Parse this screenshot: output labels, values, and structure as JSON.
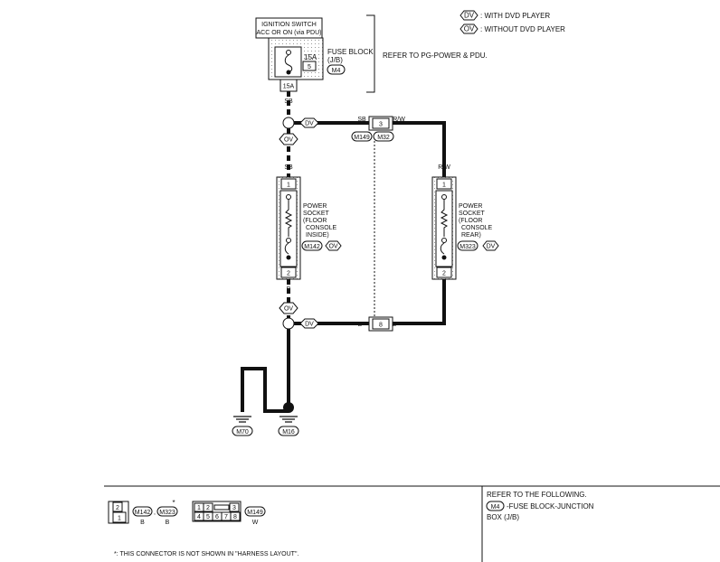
{
  "ignition": {
    "line1": "IGNITION SWITCH",
    "line2": "ACC OR ON (via PDU)"
  },
  "fuse": {
    "amp": "15A",
    "num": "5",
    "conn_pin": "15A",
    "title": "FUSE BLOCK",
    "sub": "(J/B)",
    "conn": "M4"
  },
  "refer_power": "REFER TO PG-POWER & PDU.",
  "legend": [
    {
      "tag": "DV",
      "text": ": WITH DVD PLAYER"
    },
    {
      "tag": "OV",
      "text": ": WITHOUT DVD PLAYER"
    }
  ],
  "tags": {
    "dv": "DV",
    "ov": "OV"
  },
  "wires": {
    "sb": "SB",
    "rw": "R/W",
    "b": "B"
  },
  "joint_top": {
    "pin": "3",
    "conn_left": "M149",
    "conn_right": "M32"
  },
  "joint_bottom": {
    "pin": "8"
  },
  "socket_front": {
    "l1": "POWER",
    "l2": "SOCKET",
    "l3": "(FLOOR",
    "l4": "CONSOLE",
    "l5": "INSIDE)",
    "conn": "M142",
    "pin_top": "1",
    "pin_bottom": "2"
  },
  "socket_rear": {
    "l1": "POWER",
    "l2": "SOCKET",
    "l3": "(FLOOR",
    "l4": "CONSOLE",
    "l5": "REAR)",
    "conn": "M323",
    "pin_top": "1",
    "pin_bottom": "2"
  },
  "grounds": {
    "left": "M70",
    "right": "M16"
  },
  "connectors": {
    "two_pin": {
      "top": "2",
      "bottom": "1"
    },
    "c1": {
      "name": "M142",
      "color": "B"
    },
    "c2": {
      "name": "M323",
      "color": "B",
      "star": "*"
    },
    "multi": {
      "cells": [
        "1",
        "2",
        "3",
        "4",
        "5",
        "6",
        "7",
        "8"
      ]
    },
    "c3": {
      "name": "M149",
      "color": "W"
    }
  },
  "footnote": "*: THIS CONNECTOR IS NOT SHOWN IN \"HARNESS LAYOUT\".",
  "refer_following": {
    "line1": "REFER TO THE FOLLOWING.",
    "conn": "M4",
    "line2": "-FUSE BLOCK-JUNCTION",
    "line3": "BOX (J/B)"
  }
}
